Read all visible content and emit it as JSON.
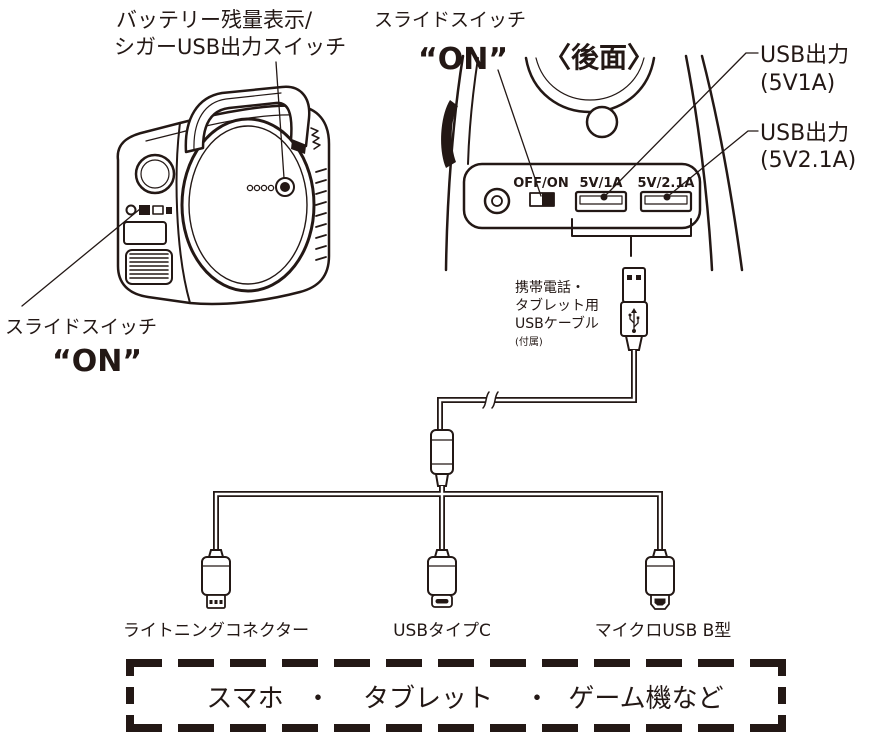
{
  "callouts": {
    "indicator_switch": {
      "line1": "バッテリー残量表示/",
      "line2": "シガーUSB出力スイッチ"
    },
    "slide_switch_rear": {
      "label": "スライドスイッチ",
      "state": "“ON”"
    },
    "rear_view_title": "〈後面〉",
    "usb_output_1": {
      "label": "USB出力",
      "rating": "(5V1A)"
    },
    "usb_output_2": {
      "label": "USB出力",
      "rating": "(5V2.1A)"
    },
    "slide_switch_front": {
      "label": "スライドスイッチ",
      "state": "“ON”"
    }
  },
  "rear_panel": {
    "switch_label": "OFF/ON",
    "port_1_label": "5V/1A",
    "port_2_label": "5V/2.1A"
  },
  "cable": {
    "line1": "携帯電話・",
    "line2": "タブレット用",
    "line3": "USBケーブル",
    "note": "(付属)"
  },
  "connectors": [
    {
      "label": "ライトニングコネクター",
      "icon": "lightning-connector"
    },
    {
      "label": "USBタイプC",
      "icon": "usb-c-connector"
    },
    {
      "label": "マイクロUSB B型",
      "icon": "micro-usb-b-connector"
    }
  ],
  "compatible_devices": {
    "items": [
      "スマホ",
      "タブレット",
      "ゲーム機など"
    ],
    "separator": "・"
  }
}
